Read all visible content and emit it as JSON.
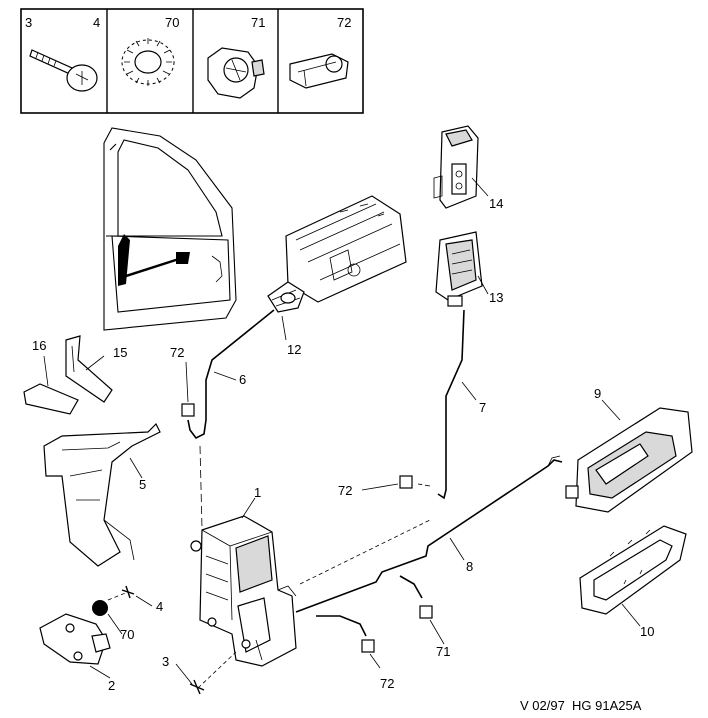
{
  "legend": [
    {
      "labels": [
        "3",
        "4"
      ],
      "icon": "screw-icon"
    },
    {
      "labels": [
        "70"
      ],
      "icon": "star-washer-icon"
    },
    {
      "labels": [
        "71"
      ],
      "icon": "rod-clip-icon"
    },
    {
      "labels": [
        "72"
      ],
      "icon": "rod-retainer-clip-icon"
    }
  ],
  "callouts": {
    "c1": "1",
    "c2": "2",
    "c3": "3",
    "c4": "4",
    "c5": "5",
    "c6": "6",
    "c7": "7",
    "c8": "8",
    "c9": "9",
    "c10": "10",
    "c12": "12",
    "c13": "13",
    "c14": "14",
    "c15": "15",
    "c16": "16",
    "c70": "70",
    "c71": "71",
    "c72a": "72",
    "c72b": "72",
    "c72c": "72"
  },
  "reference": "V 02/97  HG 91A25A"
}
